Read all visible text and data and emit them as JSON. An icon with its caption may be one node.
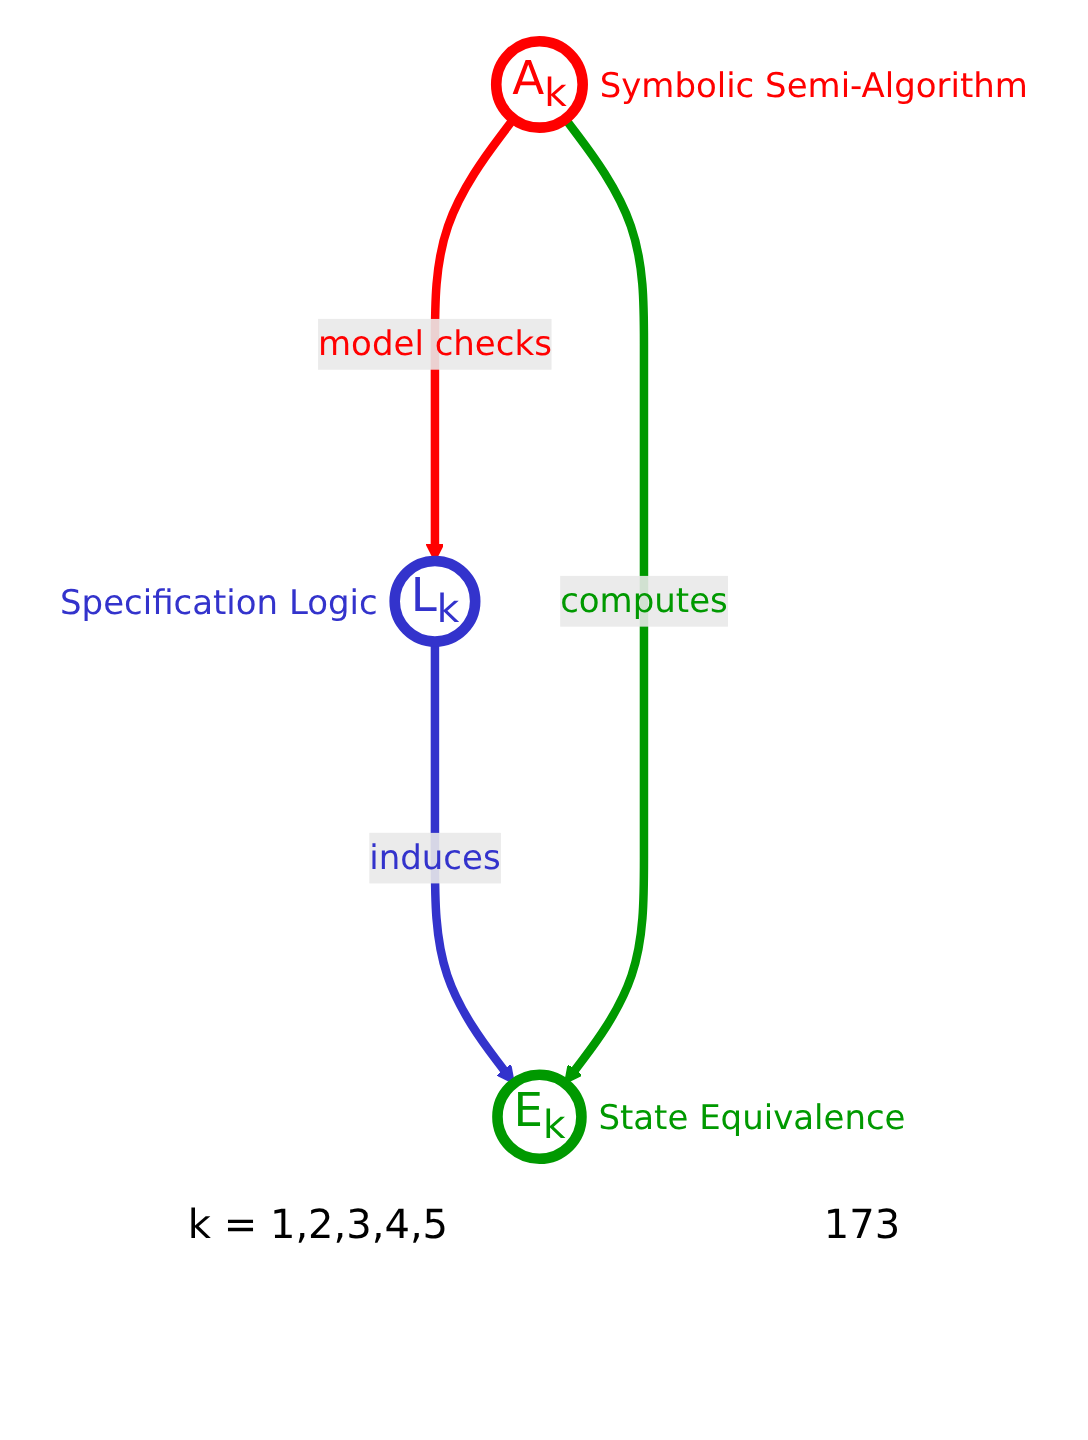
{
  "diagram": {
    "nodes": [
      {
        "text": [
          "A$_{k}$"
        ],
        "beside": [
          "Symbolic Semi-Algorithm"
        ]
      },
      {
        "text": [
          "L$_{k}$"
        ],
        "beside": [
          "Specification Logic"
        ]
      },
      {
        "text": [
          "E$_{k}$"
        ],
        "beside": [
          "State Equivalence"
        ]
      }
    ],
    "edges": [
      {
        "from": 0,
        "to": 1,
        "arrow": "to",
        "label": "model checks",
        "color": "#ff0000"
      },
      {
        "from": 1,
        "to": 2,
        "arrow": "to",
        "label": "induces",
        "color": "#3333cc"
      },
      {
        "from": 0,
        "to": 2,
        "arrow": "to",
        "label": "computes",
        "color": "#009900"
      }
    ],
    "labels": [
      "k = 1,2,3,4,5",
      "173"
    ]
  }
}
